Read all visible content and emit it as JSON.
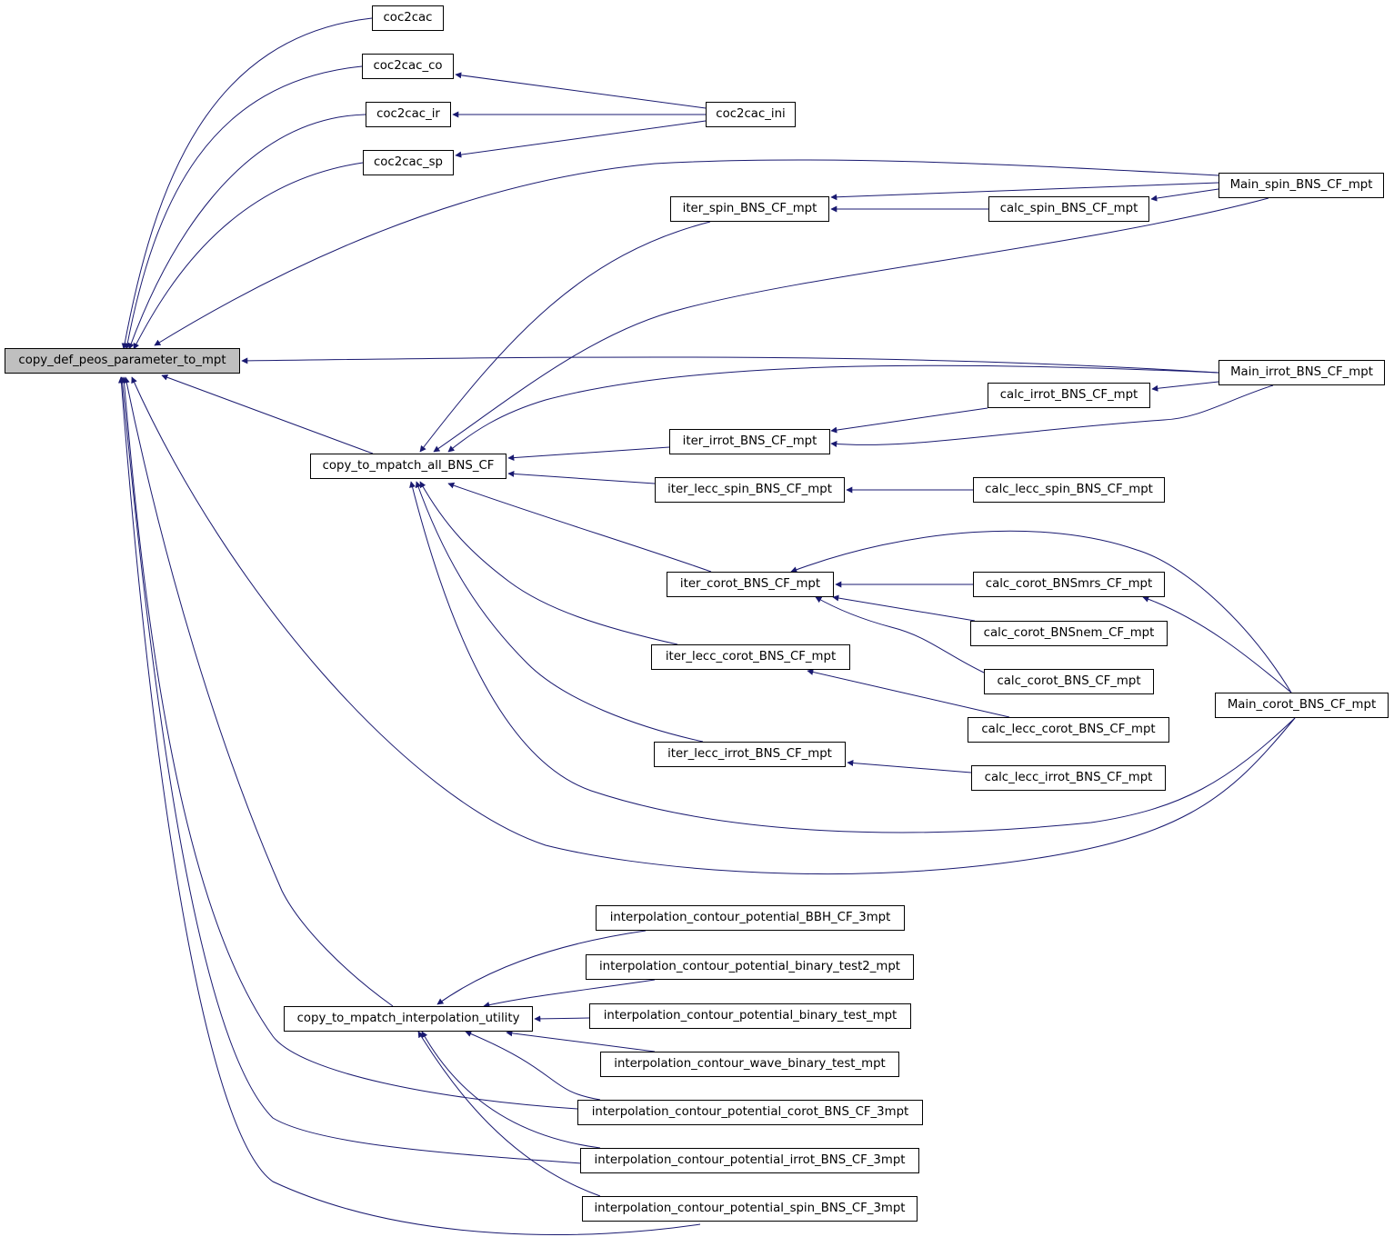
{
  "graph": {
    "root": "copy_def_peos_parameter_to_mpt",
    "colors": {
      "edge": "#191970",
      "node_border": "#000000",
      "node_fill": "#ffffff",
      "root_fill": "#bfbfbf",
      "background": "#ffffff"
    },
    "nodes": {
      "copy_def_peos_parameter_to_mpt": "copy_def_peos_parameter_to_mpt",
      "coc2cac": "coc2cac",
      "coc2cac_co": "coc2cac_co",
      "coc2cac_ir": "coc2cac_ir",
      "coc2cac_sp": "coc2cac_sp",
      "coc2cac_ini": "coc2cac_ini",
      "main_spin_bns_cf_mpt": "Main_spin_BNS_CF_mpt",
      "iter_spin_bns_cf_mpt": "iter_spin_BNS_CF_mpt",
      "calc_spin_bns_cf_mpt": "calc_spin_BNS_CF_mpt",
      "main_irrot_bns_cf_mpt": "Main_irrot_BNS_CF_mpt",
      "calc_irrot_bns_cf_mpt": "calc_irrot_BNS_CF_mpt",
      "iter_irrot_bns_cf_mpt": "iter_irrot_BNS_CF_mpt",
      "copy_to_mpatch_all_bns_cf": "copy_to_mpatch_all_BNS_CF",
      "iter_lecc_spin_bns_cf_mpt": "iter_lecc_spin_BNS_CF_mpt",
      "calc_lecc_spin_bns_cf_mpt": "calc_lecc_spin_BNS_CF_mpt",
      "iter_corot_bns_cf_mpt": "iter_corot_BNS_CF_mpt",
      "calc_corot_bnsmrs_cf_mpt": "calc_corot_BNSmrs_CF_mpt",
      "calc_corot_bnsnem_cf_mpt": "calc_corot_BNSnem_CF_mpt",
      "iter_lecc_corot_bns_cf_mpt": "iter_lecc_corot_BNS_CF_mpt",
      "calc_corot_bns_cf_mpt": "calc_corot_BNS_CF_mpt",
      "main_corot_bns_cf_mpt": "Main_corot_BNS_CF_mpt",
      "calc_lecc_corot_bns_cf_mpt": "calc_lecc_corot_BNS_CF_mpt",
      "iter_lecc_irrot_bns_cf_mpt": "iter_lecc_irrot_BNS_CF_mpt",
      "calc_lecc_irrot_bns_cf_mpt": "calc_lecc_irrot_BNS_CF_mpt",
      "interp_bbh_cf_3mpt": "interpolation_contour_potential_BBH_CF_3mpt",
      "interp_binary_test2_mpt": "interpolation_contour_potential_binary_test2_mpt",
      "copy_to_mpatch_interpolation_utility": "copy_to_mpatch_interpolation_utility",
      "interp_binary_test_mpt": "interpolation_contour_potential_binary_test_mpt",
      "interp_wave_binary_test_mpt": "interpolation_contour_wave_binary_test_mpt",
      "interp_corot_bns_cf_3mpt": "interpolation_contour_potential_corot_BNS_CF_3mpt",
      "interp_irrot_bns_cf_3mpt": "interpolation_contour_potential_irrot_BNS_CF_3mpt",
      "interp_spin_bns_cf_3mpt": "interpolation_contour_potential_spin_BNS_CF_3mpt"
    },
    "edges": [
      [
        "coc2cac",
        "copy_def_peos_parameter_to_mpt"
      ],
      [
        "coc2cac_co",
        "copy_def_peos_parameter_to_mpt"
      ],
      [
        "coc2cac_ir",
        "copy_def_peos_parameter_to_mpt"
      ],
      [
        "coc2cac_sp",
        "copy_def_peos_parameter_to_mpt"
      ],
      [
        "main_spin_bns_cf_mpt",
        "copy_def_peos_parameter_to_mpt"
      ],
      [
        "main_irrot_bns_cf_mpt",
        "copy_def_peos_parameter_to_mpt"
      ],
      [
        "copy_to_mpatch_all_bns_cf",
        "copy_def_peos_parameter_to_mpt"
      ],
      [
        "main_corot_bns_cf_mpt",
        "copy_def_peos_parameter_to_mpt"
      ],
      [
        "copy_to_mpatch_interpolation_utility",
        "copy_def_peos_parameter_to_mpt"
      ],
      [
        "interp_corot_bns_cf_3mpt",
        "copy_def_peos_parameter_to_mpt"
      ],
      [
        "interp_irrot_bns_cf_3mpt",
        "copy_def_peos_parameter_to_mpt"
      ],
      [
        "interp_spin_bns_cf_3mpt",
        "copy_def_peos_parameter_to_mpt"
      ],
      [
        "coc2cac_ini",
        "coc2cac_co"
      ],
      [
        "coc2cac_ini",
        "coc2cac_ir"
      ],
      [
        "coc2cac_ini",
        "coc2cac_sp"
      ],
      [
        "main_spin_bns_cf_mpt",
        "iter_spin_bns_cf_mpt"
      ],
      [
        "calc_spin_bns_cf_mpt",
        "iter_spin_bns_cf_mpt"
      ],
      [
        "main_spin_bns_cf_mpt",
        "calc_spin_bns_cf_mpt"
      ],
      [
        "iter_spin_bns_cf_mpt",
        "copy_to_mpatch_all_bns_cf"
      ],
      [
        "main_spin_bns_cf_mpt",
        "copy_to_mpatch_all_bns_cf"
      ],
      [
        "main_irrot_bns_cf_mpt",
        "copy_to_mpatch_all_bns_cf"
      ],
      [
        "iter_irrot_bns_cf_mpt",
        "copy_to_mpatch_all_bns_cf"
      ],
      [
        "iter_lecc_spin_bns_cf_mpt",
        "copy_to_mpatch_all_bns_cf"
      ],
      [
        "iter_corot_bns_cf_mpt",
        "copy_to_mpatch_all_bns_cf"
      ],
      [
        "iter_lecc_corot_bns_cf_mpt",
        "copy_to_mpatch_all_bns_cf"
      ],
      [
        "iter_lecc_irrot_bns_cf_mpt",
        "copy_to_mpatch_all_bns_cf"
      ],
      [
        "main_corot_bns_cf_mpt",
        "copy_to_mpatch_all_bns_cf"
      ],
      [
        "main_irrot_bns_cf_mpt",
        "calc_irrot_bns_cf_mpt"
      ],
      [
        "calc_irrot_bns_cf_mpt",
        "iter_irrot_bns_cf_mpt"
      ],
      [
        "main_irrot_bns_cf_mpt",
        "iter_irrot_bns_cf_mpt"
      ],
      [
        "calc_lecc_spin_bns_cf_mpt",
        "iter_lecc_spin_bns_cf_mpt"
      ],
      [
        "main_corot_bns_cf_mpt",
        "iter_corot_bns_cf_mpt"
      ],
      [
        "calc_corot_bnsmrs_cf_mpt",
        "iter_corot_bns_cf_mpt"
      ],
      [
        "calc_corot_bnsnem_cf_mpt",
        "iter_corot_bns_cf_mpt"
      ],
      [
        "calc_corot_bns_cf_mpt",
        "iter_corot_bns_cf_mpt"
      ],
      [
        "main_corot_bns_cf_mpt",
        "calc_corot_bnsmrs_cf_mpt"
      ],
      [
        "calc_lecc_corot_bns_cf_mpt",
        "iter_lecc_corot_bns_cf_mpt"
      ],
      [
        "calc_lecc_irrot_bns_cf_mpt",
        "iter_lecc_irrot_bns_cf_mpt"
      ],
      [
        "interp_bbh_cf_3mpt",
        "copy_to_mpatch_interpolation_utility"
      ],
      [
        "interp_binary_test2_mpt",
        "copy_to_mpatch_interpolation_utility"
      ],
      [
        "interp_binary_test_mpt",
        "copy_to_mpatch_interpolation_utility"
      ],
      [
        "interp_wave_binary_test_mpt",
        "copy_to_mpatch_interpolation_utility"
      ],
      [
        "interp_corot_bns_cf_3mpt",
        "copy_to_mpatch_interpolation_utility"
      ],
      [
        "interp_irrot_bns_cf_3mpt",
        "copy_to_mpatch_interpolation_utility"
      ],
      [
        "interp_spin_bns_cf_3mpt",
        "copy_to_mpatch_interpolation_utility"
      ]
    ]
  }
}
